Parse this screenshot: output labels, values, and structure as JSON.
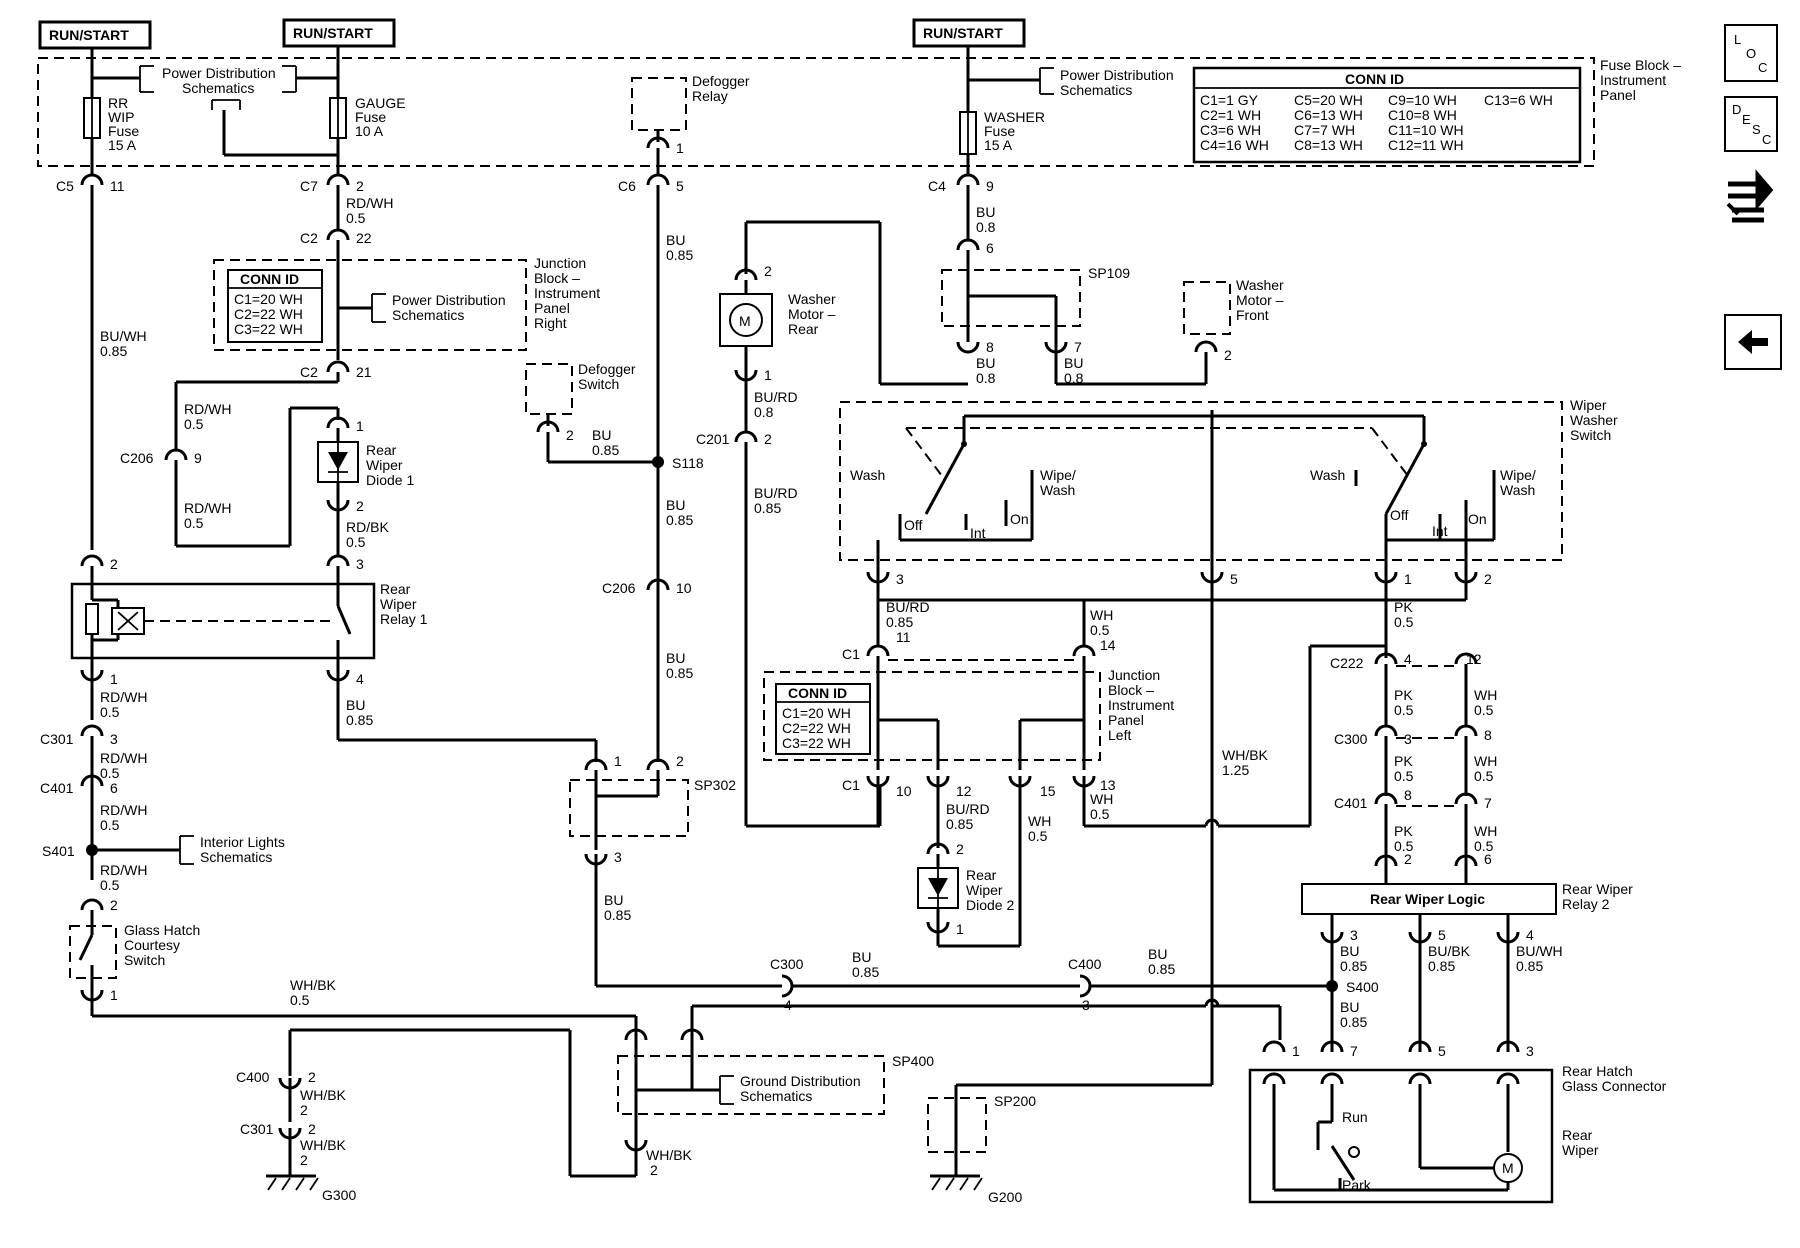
{
  "tags": {
    "run_start": "RUN/START"
  },
  "fuse_block": {
    "title_lines": [
      "Fuse Block –",
      "Instrument",
      "Panel"
    ],
    "rr_wip_fuse": [
      "RR",
      "WIP",
      "Fuse",
      "15 A"
    ],
    "gauge_fuse": [
      "GAUGE",
      "Fuse",
      "10 A"
    ],
    "washer_fuse": [
      "WASHER",
      "Fuse",
      "15 A"
    ],
    "power_dist": [
      "Power Distribution",
      "Schematics"
    ],
    "defogger_relay": [
      "Defogger",
      "Relay"
    ],
    "conn_id_title": "CONN ID",
    "conn_id_lines": [
      [
        "C1=1 GY",
        "C5=20 WH",
        "C9=10 WH",
        "C13=6 WH"
      ],
      [
        "C2=1 WH",
        "C6=13 WH",
        "C10=8 WH",
        ""
      ],
      [
        "C3=6 WH",
        "C7=7 WH",
        "C11=10 WH",
        ""
      ],
      [
        "C4=16 WH",
        "C8=13 WH",
        "C12=11 WH",
        ""
      ]
    ]
  },
  "junction_right": {
    "title": [
      "Junction",
      "Block –",
      "Instrument",
      "Panel",
      "Right"
    ],
    "conn_id_title": "CONN ID",
    "conn_id_lines": [
      "C1=20 WH",
      "C2=22 WH",
      "C3=22 WH"
    ],
    "power_dist": [
      "Power Distribution",
      "Schematics"
    ]
  },
  "junction_left": {
    "title": [
      "Junction",
      "Block –",
      "Instrument",
      "Panel",
      "Left"
    ],
    "conn_id_title": "CONN ID",
    "conn_id_lines": [
      "C1=20 WH",
      "C2=22 WH",
      "C3=22 WH"
    ]
  },
  "components": {
    "defogger_switch": [
      "Defogger",
      "Switch"
    ],
    "washer_motor_rear": [
      "Washer",
      "Motor –",
      "Rear"
    ],
    "washer_motor_front": [
      "Washer",
      "Motor –",
      "Front"
    ],
    "wiper_washer_switch": [
      "Wiper",
      "Washer",
      "Switch"
    ],
    "rear_wiper_diode_1": [
      "Rear",
      "Wiper",
      "Diode 1"
    ],
    "rear_wiper_diode_2": [
      "Rear",
      "Wiper",
      "Diode 2"
    ],
    "rear_wiper_relay_1": [
      "Rear",
      "Wiper",
      "Relay 1"
    ],
    "rear_wiper_relay_2": [
      "Rear Wiper",
      "Relay 2"
    ],
    "rear_wiper_logic": "Rear Wiper Logic",
    "glass_hatch_switch": [
      "Glass Hatch",
      "Courtesy",
      "Switch"
    ],
    "interior_lights": [
      "Interior Lights",
      "Schematics"
    ],
    "ground_dist": [
      "Ground Distribution",
      "Schematics"
    ],
    "rear_hatch_glass_connector": [
      "Rear Hatch",
      "Glass Connector"
    ],
    "rear_wiper": [
      "Rear",
      "Wiper"
    ],
    "switch_labels": {
      "wash": "Wash",
      "off": "Off",
      "int": "Int",
      "on": "On",
      "wipe_wash": [
        "Wipe/",
        "Wash"
      ]
    },
    "run": "Run",
    "park": "Park",
    "motor": "M"
  },
  "splices": [
    "SP109",
    "S118",
    "SP302",
    "S401",
    "SP400",
    "SP200",
    "S400"
  ],
  "grounds": [
    "G300",
    "G200"
  ],
  "wire_labels": [
    "RD/WH",
    "BU/WH",
    "BU",
    "BU/RD",
    "WH/BK",
    "RD/BK",
    "WH",
    "PK",
    "BU/BK"
  ],
  "gauges": [
    "0.5",
    "0.85",
    "0.8",
    "1.25"
  ],
  "connectors": [
    "C5",
    "C7",
    "C6",
    "C4",
    "C2",
    "C206",
    "C201",
    "C1",
    "C301",
    "C401",
    "C222",
    "C300",
    "C400"
  ],
  "nav": {
    "loc": [
      "L",
      "O",
      "C"
    ],
    "desc": [
      "D",
      "E",
      "S",
      "C"
    ]
  }
}
